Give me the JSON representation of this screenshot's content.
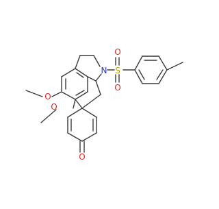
{
  "molecule": {
    "atom_labels": {
      "nitrogen": "N",
      "sulfur": "S",
      "sulfonyl_oxygen_top": "O",
      "sulfonyl_oxygen_bottom": "O",
      "methoxy_oxygen_1": "O",
      "methoxy_oxygen_2": "O",
      "ketone_oxygen": "O"
    },
    "colors": {
      "bond": "#3a3a3a",
      "nitrogen": "#2b35d9",
      "sulfur": "#b8a600",
      "oxygen": "#e0261f"
    }
  }
}
